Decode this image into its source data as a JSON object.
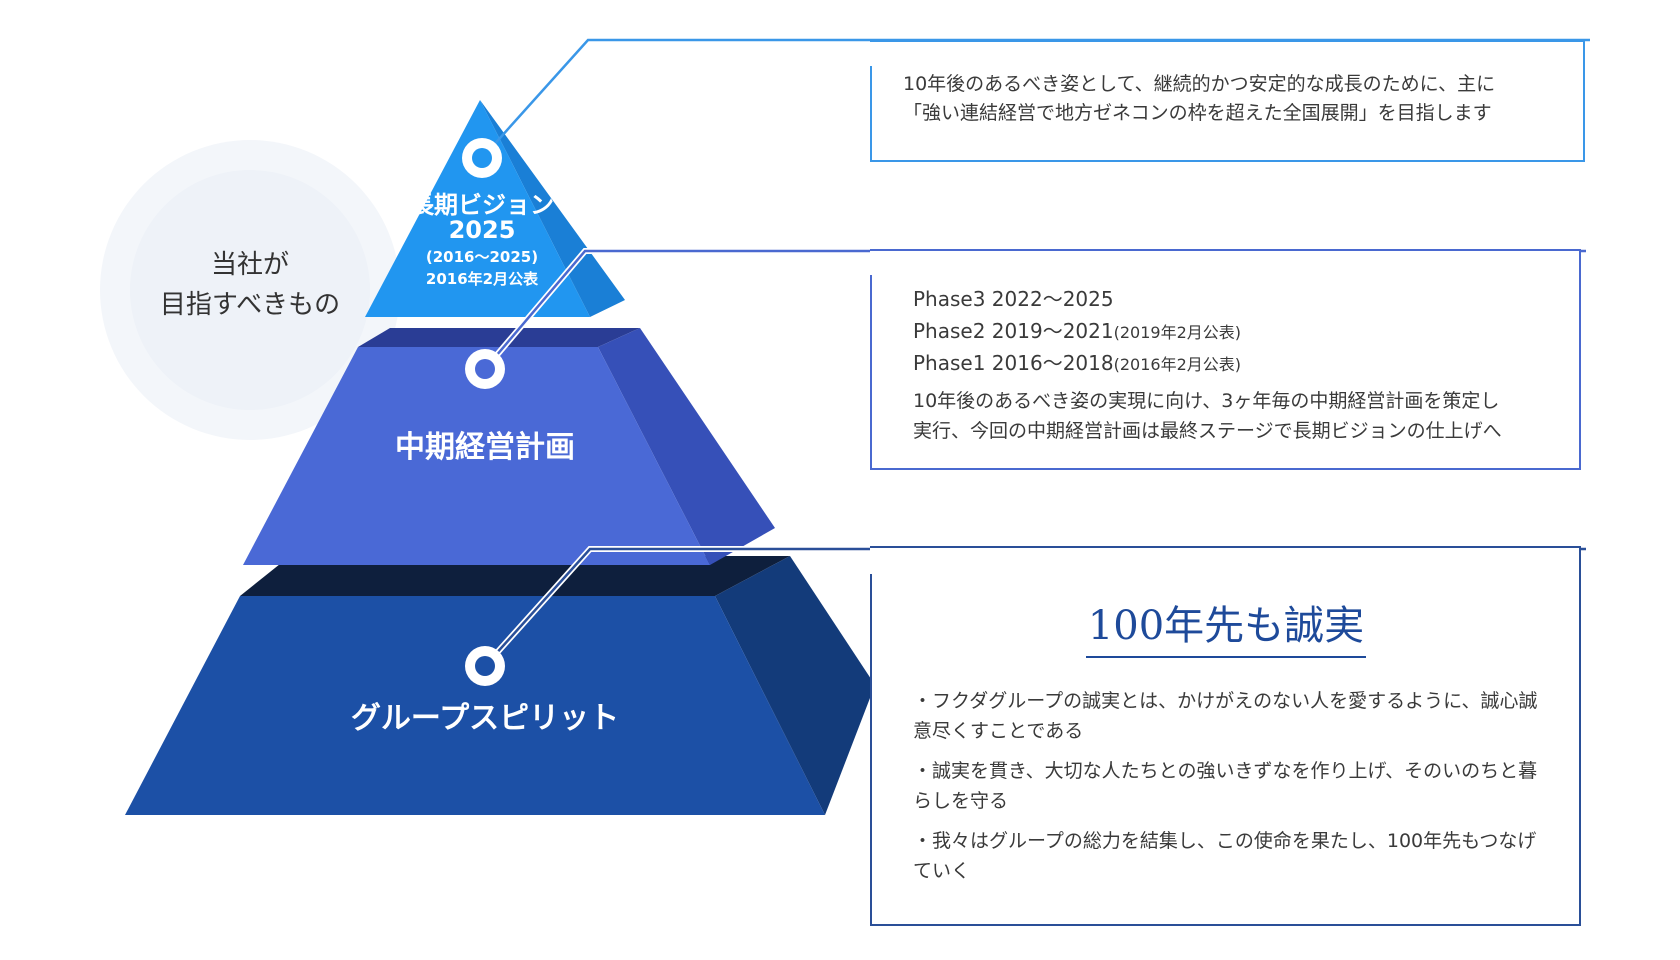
{
  "goal": {
    "line1": "当社が",
    "line2": "目指すべきもの"
  },
  "pyramid": {
    "top": {
      "title_line1": "長期ビジョン",
      "title_line2": "2025",
      "period": "(2016〜2025)",
      "announced": "2016年2月公表"
    },
    "middle": {
      "title": "中期経営計画"
    },
    "bottom": {
      "title": "グループスピリット"
    }
  },
  "vision_box": {
    "line1": "10年後のあるべき姿として、継続的かつ安定的な成長のために、主に",
    "line2": "「強い連結経営で地方ゼネコンの枠を超えた全国展開」を目指します"
  },
  "plan_box": {
    "phases": [
      {
        "name": "Phase3 2022〜2025",
        "note": ""
      },
      {
        "name": "Phase2 2019〜2021",
        "note": "(2019年2月公表)"
      },
      {
        "name": "Phase1 2016〜2018",
        "note": "(2016年2月公表)"
      }
    ],
    "desc_line1": "10年後のあるべき姿の実現に向け、3ヶ年毎の中期経営計画を策定し",
    "desc_line2": "実行、今回の中期経営計画は最終ステージで長期ビジョンの仕上げへ"
  },
  "spirit_box": {
    "headline": "100年先も誠実",
    "bullets": [
      "・フクダグループの誠実とは、かけがえのない人を愛するように、誠心誠意尽くすことである",
      "・誠実を貫き、大切な人たちとの強いきずなを作り上げ、そのいのちと暮らしを守る",
      "・我々はグループの総力を結集し、この使命を果たし、100年先もつなげていく"
    ]
  },
  "colors": {
    "top_face": "#2196f0",
    "top_side": "#1a7fd6",
    "middle_face": "#4a69d6",
    "middle_side": "#3650b8",
    "middle_cap": "#2a3d95",
    "bottom_face": "#1c50a6",
    "bottom_side": "#133b7a",
    "bottom_cap": "#0e1f3d",
    "connector_top": "#3a97e8",
    "connector_middle": "#4a69d0",
    "connector_bottom": "#2a4f98"
  }
}
